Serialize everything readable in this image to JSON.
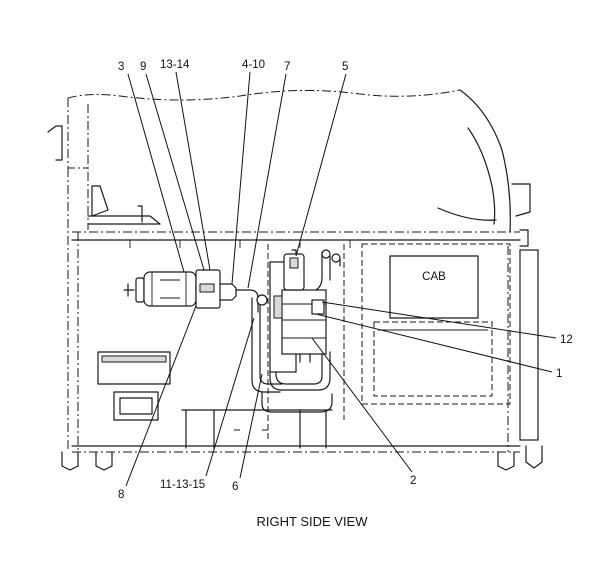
{
  "diagram": {
    "cab_label": "CAB",
    "caption": "RIGHT SIDE VIEW",
    "callouts": {
      "c3": "3",
      "c9": "9",
      "c13_14": "13-14",
      "c4_10": "4-10",
      "c7": "7",
      "c5": "5",
      "c12": "12",
      "c1": "1",
      "c2": "2",
      "c6": "6",
      "c11_13_15": "11-13-15",
      "c8": "8"
    }
  }
}
